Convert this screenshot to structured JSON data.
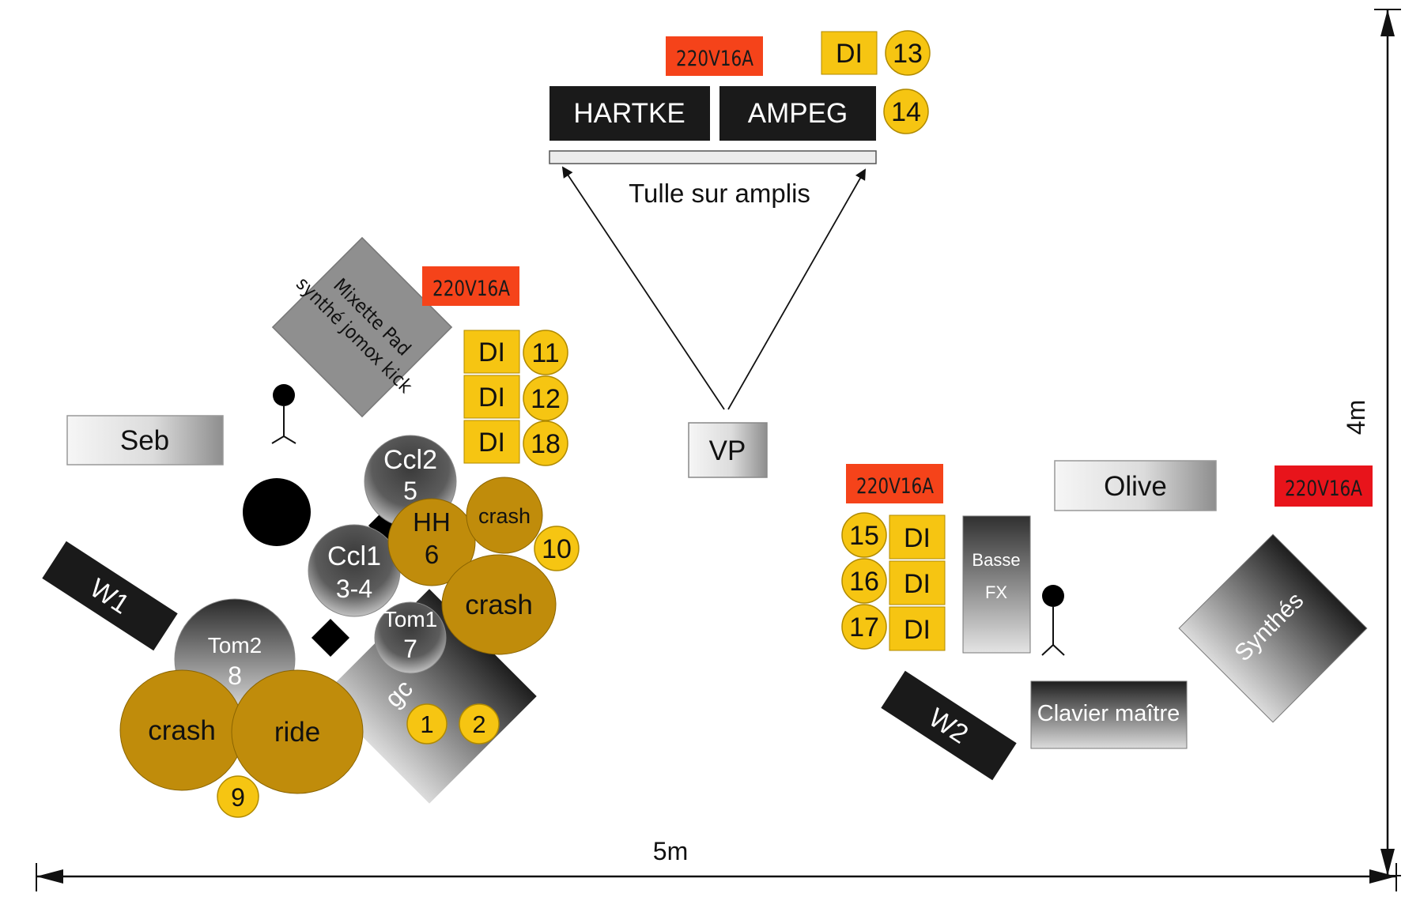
{
  "colors": {
    "power": "#f5431a",
    "power_alt": "#e8141b",
    "di": "#f6c512",
    "cymbal": "#c08c0b",
    "amp": "#1a1a1a"
  },
  "amps": {
    "hartke": "HARTKE",
    "ampeg": "AMPEG",
    "tulle": "Tulle sur amplis"
  },
  "vp": "VP",
  "power_outlets": [
    "220V16A",
    "220V16A",
    "220V16A",
    "220V16A"
  ],
  "di_boxes": [
    "DI",
    "DI",
    "DI",
    "DI",
    "DI",
    "DI",
    "DI"
  ],
  "channels": [
    "1",
    "2",
    "9",
    "10",
    "11",
    "12",
    "13",
    "14",
    "15",
    "16",
    "17",
    "18"
  ],
  "musicians": {
    "seb": "Seb",
    "olive": "Olive"
  },
  "monitors": {
    "w1": "W1",
    "w2": "W2"
  },
  "pad": {
    "line1": "Mixette Pad",
    "line2": "synthé jomox kick"
  },
  "drums": {
    "ccl2": [
      "Ccl2",
      "5"
    ],
    "ccl1": [
      "Ccl1",
      "3-4"
    ],
    "hh": [
      "HH",
      "6"
    ],
    "tom1": [
      "Tom1",
      "7"
    ],
    "tom2": [
      "Tom2",
      "8"
    ],
    "gc": "gc",
    "crash_small": "crash",
    "crash_mid": "crash",
    "crash_big": "crash",
    "ride": "ride"
  },
  "keys": {
    "basse_fx": [
      "Basse",
      "FX"
    ],
    "clavier": "Clavier maître",
    "synthes": "Synthés"
  },
  "dimensions": {
    "width": "5m",
    "depth": "4m"
  }
}
